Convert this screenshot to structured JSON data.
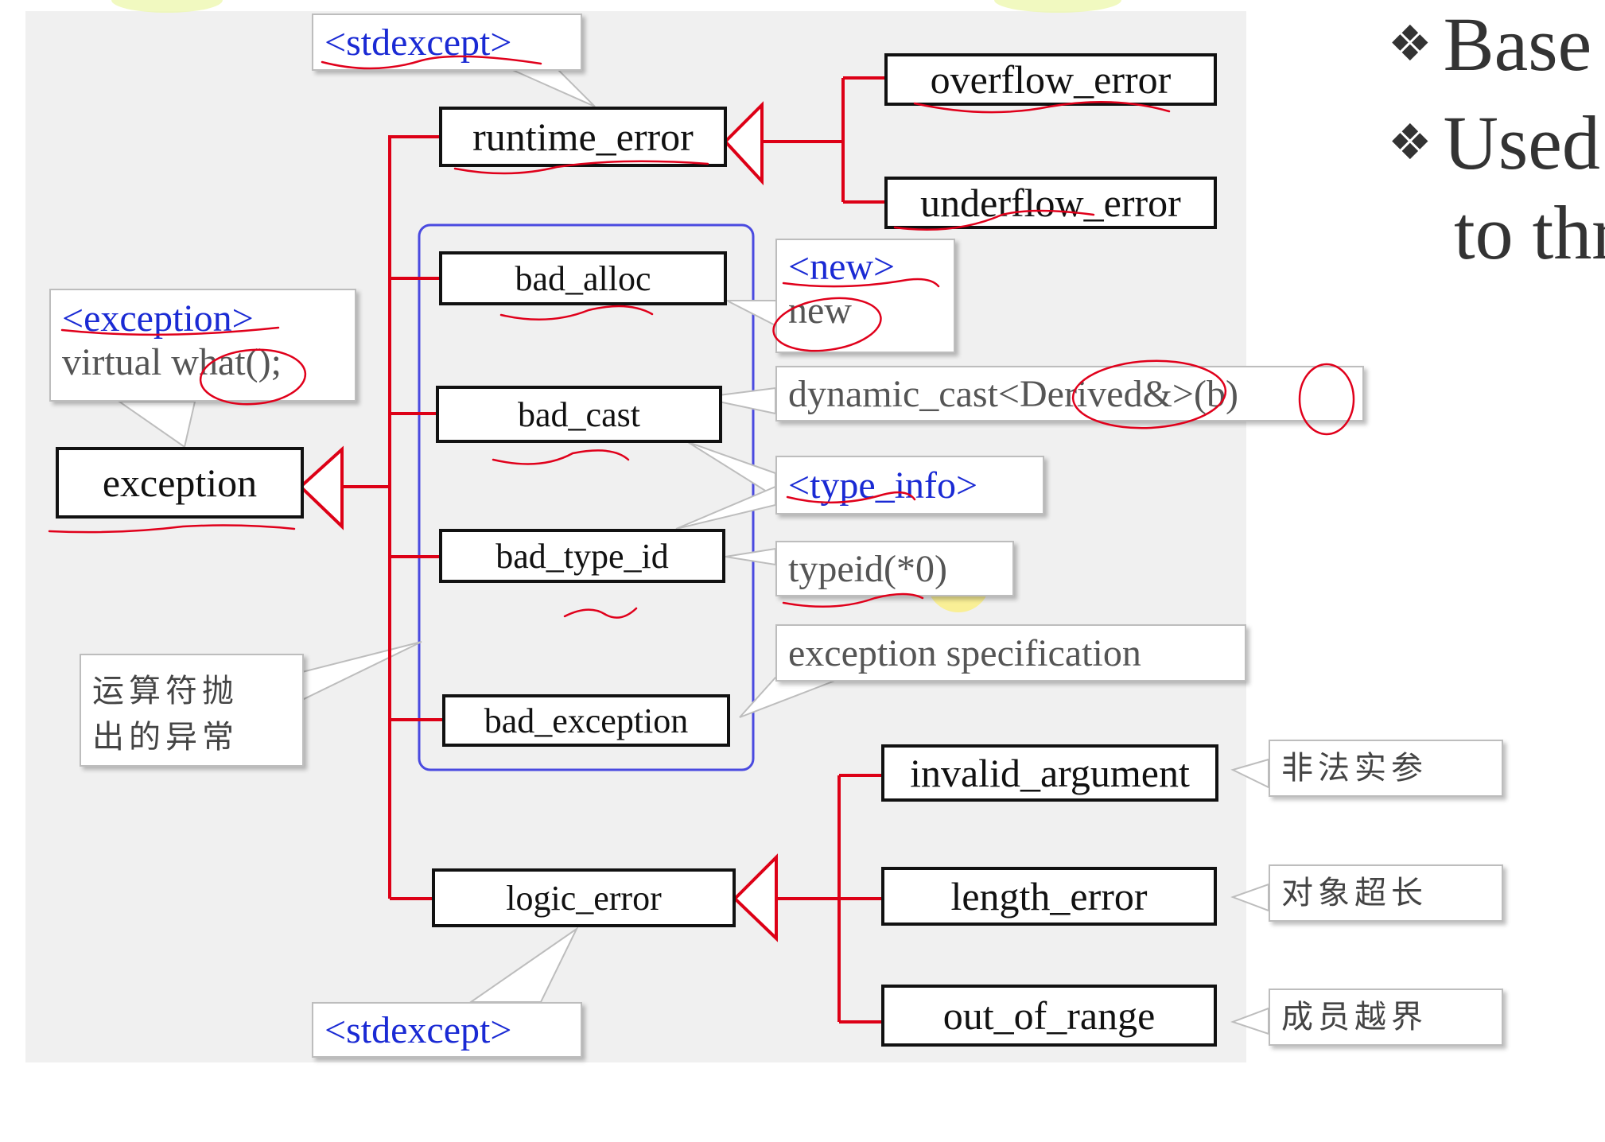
{
  "diagram": {
    "stdexcept_top": "<stdexcept>",
    "stdexcept_bottom": "<stdexcept>",
    "exception_note": {
      "header": "<exception>",
      "body": "virtual what();"
    },
    "classes": {
      "exception": "exception",
      "runtime_error": "runtime_error",
      "overflow_error": "overflow_error",
      "underflow_error": "underflow_error",
      "bad_alloc": "bad_alloc",
      "bad_cast": "bad_cast",
      "bad_type_id": "bad_type_id",
      "bad_exception": "bad_exception",
      "logic_error": "logic_error",
      "invalid_argument": "invalid_argument",
      "length_error": "length_error",
      "out_of_range": "out_of_range"
    },
    "new_note": {
      "header": "<new>",
      "body": "new"
    },
    "dynamic_cast_note": "dynamic_cast<Derived&>(b)",
    "type_info_note": "<type_info>",
    "typeid_note": "typeid(*0)",
    "exception_spec_note": "exception specification",
    "operator_note": {
      "line1": "运算符抛",
      "line2": "出的异常"
    },
    "invalid_argument_note": "非法实参",
    "length_error_note": "对象超长",
    "out_of_range_note": "成员越界"
  },
  "slide_text": {
    "bullet1": "Base",
    "bullet2": "Used",
    "bullet2_cont": "to thr",
    "bullet_symbol": "❖"
  },
  "colors": {
    "inheritance_line": "#dd0016",
    "group_border": "#4a4ae0",
    "annotation_ink": "#e0001b",
    "highlight": "#ffef5a"
  }
}
